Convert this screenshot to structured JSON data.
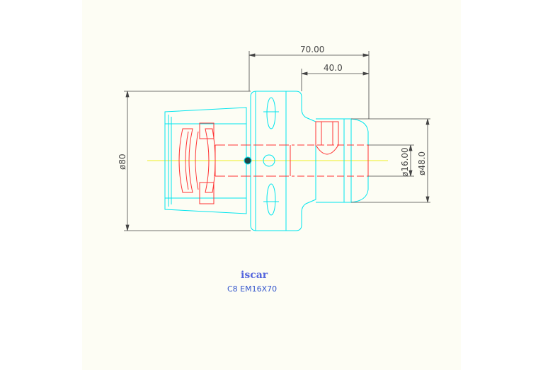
{
  "colors": {
    "background": "#fdfdf4",
    "outline": "#00e5ee",
    "hidden": "#ff3333",
    "centerline": "#eeee22",
    "dimension": "#444444",
    "caption": "#3355cc"
  },
  "dimensions": {
    "length_overall": "70.00",
    "length_shank": "40.0",
    "dia_flange": "ø80",
    "dia_bore": "ø16.00",
    "dia_shank": "ø48.0"
  },
  "logo": {
    "text": "iscar"
  },
  "caption": {
    "text": "C8 EM16X70"
  }
}
